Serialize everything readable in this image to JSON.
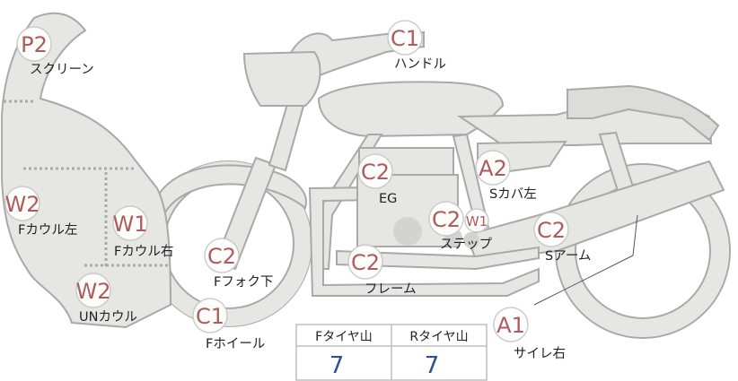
{
  "badges": {
    "screen": "P2",
    "handle": "C1",
    "engine": "C2",
    "side_cover_left": "A2",
    "front_cowl_left": "W2",
    "front_cowl_right": "W1",
    "step_main": "C2",
    "step_sub": "W1",
    "swing_arm": "C2",
    "front_fork_lower": "C2",
    "frame": "C2",
    "under_cowl": "W2",
    "front_wheel": "C1",
    "muffler_right": "A1"
  },
  "labels": {
    "screen": "スクリーン",
    "handle": "ハンドル",
    "engine": "EG",
    "side_cover_left": "Sカバ左",
    "front_cowl_left": "Fカウル左",
    "front_cowl_right": "Fカウル右",
    "step": "ステップ",
    "swing_arm": "Sアーム",
    "front_fork_lower": "Fフォク下",
    "frame": "フレーム",
    "under_cowl": "UNカウル",
    "front_wheel": "Fホイール",
    "muffler_right": "サイレ右"
  },
  "tire_table": {
    "front_header": "Fタイヤ山",
    "rear_header": "Rタイヤ山",
    "front_value": "7",
    "rear_value": "7"
  }
}
